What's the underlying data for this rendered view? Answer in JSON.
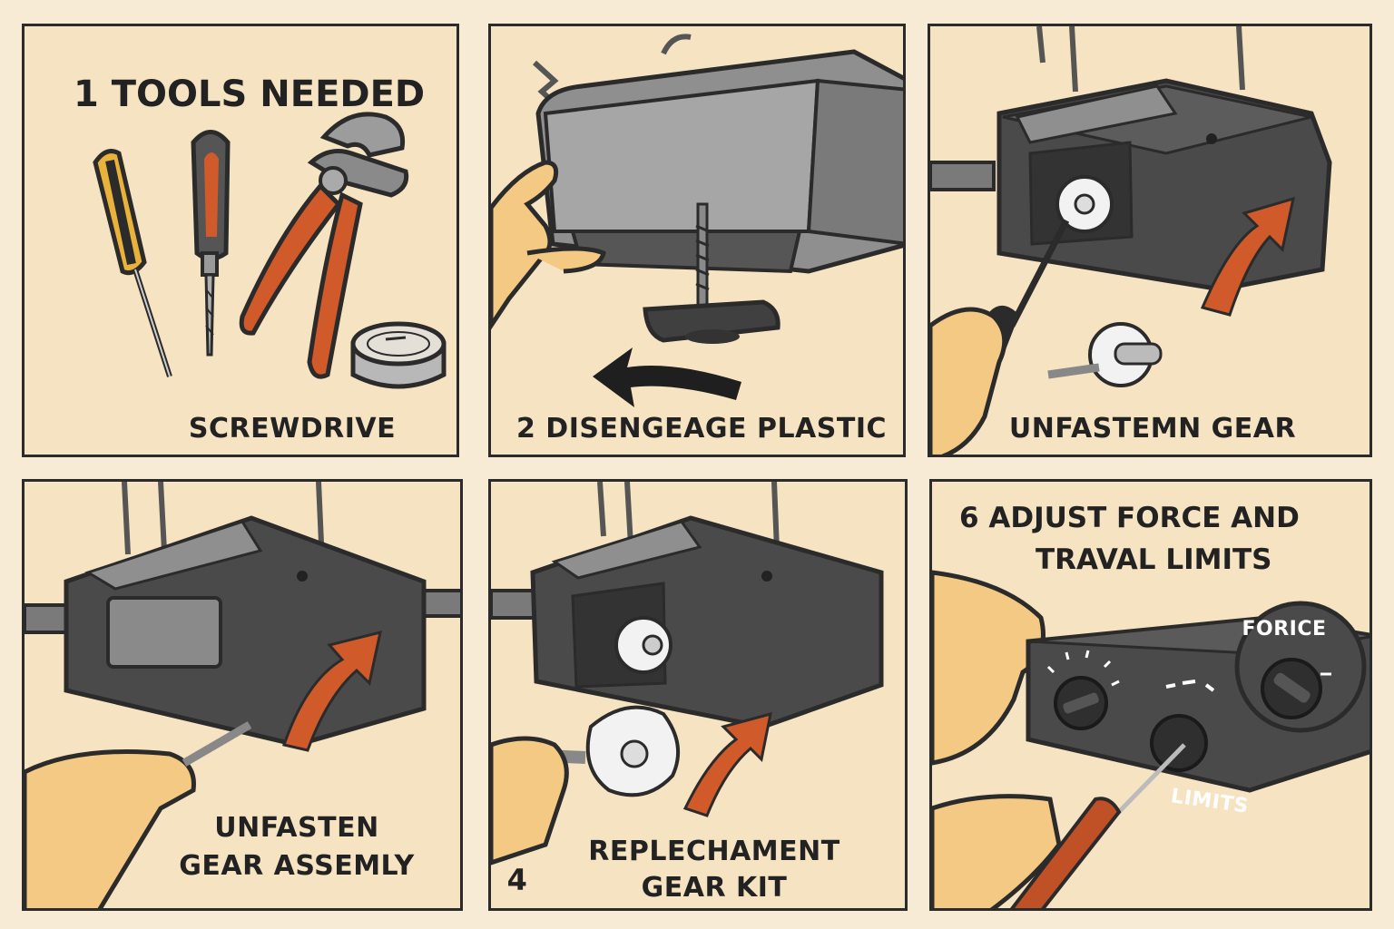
{
  "colors": {
    "background": "#f7ebd5",
    "panel_fill": "#f6e3c2",
    "outline": "#2b2b2b",
    "housing_dark": "#4a4a4a",
    "housing_light": "#8f8f8f",
    "accent_orange": "#d05a2a",
    "handle_yellow": "#e9b23a",
    "skin": "#f3c983"
  },
  "panels": [
    {
      "title": "1 TOOLS NEEDED",
      "caption": "SCREWDRIVE",
      "icons": [
        "screwdriver-icon",
        "drill-bit-screwdriver-icon",
        "pliers-icon",
        "grease-tin-icon"
      ]
    },
    {
      "caption": "2 DISENGEAGE PLASTIC",
      "icons": [
        "opener-housing-icon",
        "hand-icon",
        "rotate-arrow-icon"
      ]
    },
    {
      "caption": "UNFASTEMN GEAR",
      "icons": [
        "opener-housing-icon",
        "gear-icon",
        "screwdriver-icon",
        "curved-arrow-icon"
      ]
    },
    {
      "caption_line1": "UNFASTEN",
      "caption_line2": "GEAR ASSEMLY",
      "icons": [
        "opener-housing-icon",
        "hand-icon",
        "curved-arrow-icon"
      ]
    },
    {
      "step_number": "4",
      "caption_line1": "REPLECHAMENT",
      "caption_line2": "GEAR KIT",
      "icons": [
        "opener-housing-icon",
        "gear-icon",
        "hand-icon",
        "curved-arrow-icon"
      ]
    },
    {
      "title_line1": "6 ADJUST FORCE AND",
      "title_line2": "TRAVAL LIMITS",
      "force_label": "FORICE",
      "limits_label": "LIMITS",
      "icons": [
        "control-box-icon",
        "dial-icon",
        "screwdriver-icon",
        "hand-icon"
      ]
    }
  ]
}
